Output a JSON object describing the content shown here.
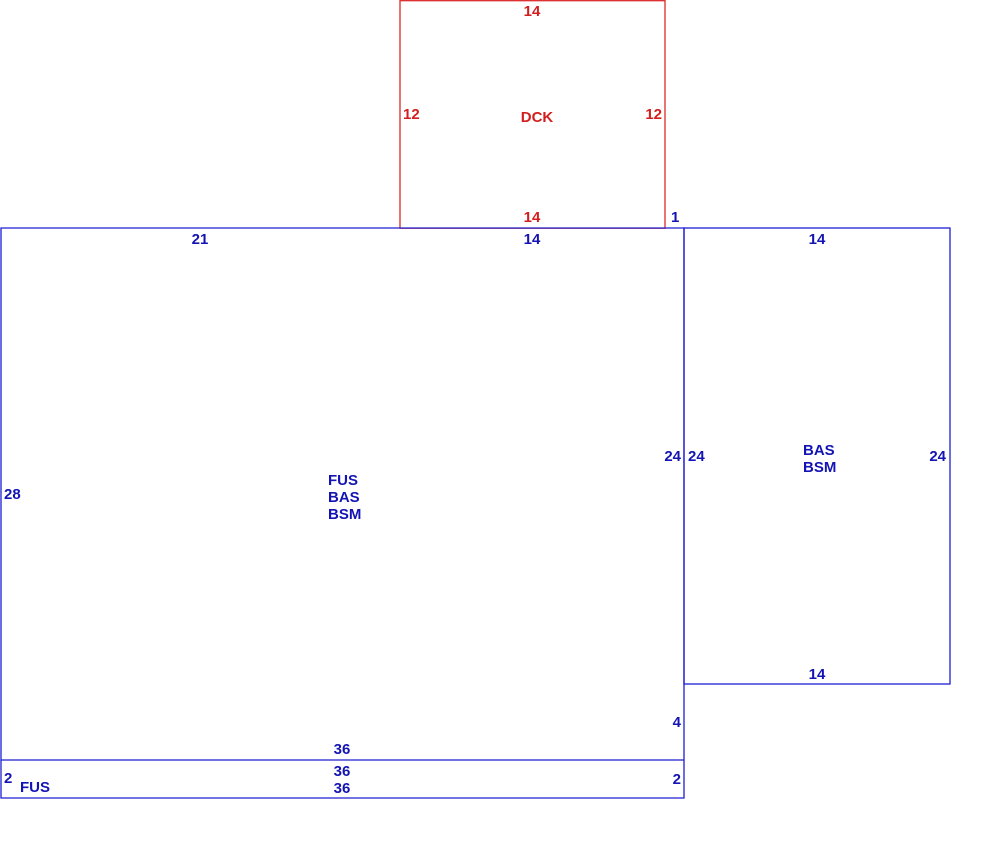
{
  "colors": {
    "main": "#1414b4",
    "deck": "#d21e1e"
  },
  "areas": {
    "deck": {
      "codes": [
        "DCK"
      ],
      "dims": {
        "top": "14",
        "bottom": "14",
        "left": "12",
        "right": "12"
      }
    },
    "main_house": {
      "codes": [
        "FUS",
        "BAS",
        "BSM"
      ],
      "dims": {
        "top_left": "21",
        "top_right": "14",
        "left": "28",
        "right": "24",
        "right_lower": "4",
        "bottom": "36"
      }
    },
    "addition": {
      "codes": [
        "BAS",
        "BSM"
      ],
      "dims": {
        "top": "14",
        "bottom": "14",
        "left": "24",
        "right": "24"
      }
    },
    "lower_strip": {
      "codes": [
        "FUS"
      ],
      "dims": {
        "top": "36",
        "bottom": "36",
        "left": "2",
        "right": "2"
      }
    },
    "offset_label": "1"
  }
}
